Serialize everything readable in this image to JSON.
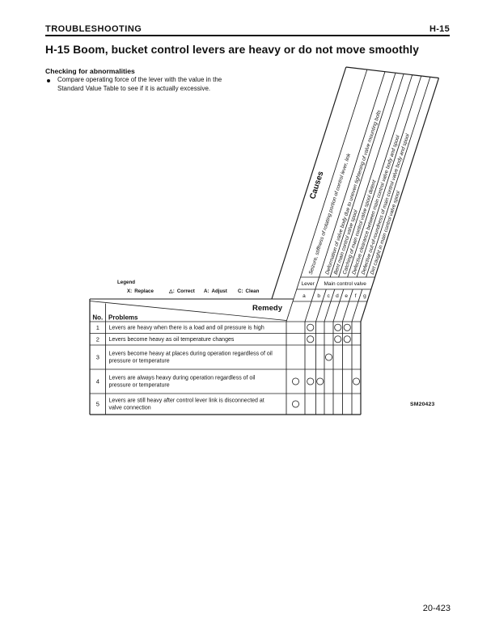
{
  "page": {
    "header": {
      "left": "TROUBLESHOOTING",
      "right": "H-15"
    },
    "title": "H-15 Boom, bucket control levers are heavy or do not move smoothly",
    "checking": {
      "heading": "Checking for abnormalities",
      "bullet_lines": [
        "Compare operating force of the lever with the value in the",
        "Standard Value Table to see if it is actually excessive."
      ]
    },
    "figure_number": "SM20423",
    "footer": {
      "page_number": "20-423"
    }
  },
  "legend": {
    "label": "Legend",
    "items": [
      {
        "symbol": "X:",
        "meaning": "Replace"
      },
      {
        "symbol": "△:",
        "meaning": "Correct"
      },
      {
        "symbol": "A:",
        "meaning": "Adjust"
      },
      {
        "symbol": "C:",
        "meaning": "Clean"
      }
    ]
  },
  "matrix": {
    "causes_label": "Causes",
    "remedy_label": "Remedy",
    "no_label": "No.",
    "problems_label": "Problems",
    "groups": [
      {
        "label": "Lever",
        "columns": [
          "a"
        ]
      },
      {
        "label": "Main control valve",
        "columns": [
          "b",
          "c",
          "d",
          "e",
          "f",
          "g"
        ]
      }
    ],
    "columns": [
      {
        "id": "a",
        "cause": "Seizure, stiffness of rotating portion of control lever, link"
      },
      {
        "id": "b",
        "cause": "Deformation of valve body due to uneven tightening of valve mounting bolts"
      },
      {
        "id": "c",
        "cause": "Bent main control valve spool"
      },
      {
        "id": "d",
        "cause": "Catching of main control valve spool detent"
      },
      {
        "id": "e",
        "cause": "Defective clearance between main control valve body and spool"
      },
      {
        "id": "f",
        "cause": "Defective out-of-roundness of main control valve body and spool"
      },
      {
        "id": "g",
        "cause": "Dirt caught in main control valve spool"
      }
    ],
    "mark_glyph": "○",
    "rows": [
      {
        "no": "1",
        "problem_lines": [
          "Levers are heavy when there is a load and oil pressure is high"
        ],
        "marks": [
          "b",
          "e",
          "f"
        ]
      },
      {
        "no": "2",
        "problem_lines": [
          "Levers become heavy as oil temperature changes"
        ],
        "marks": [
          "b",
          "e",
          "f"
        ]
      },
      {
        "no": "3",
        "problem_lines": [
          "Levers become heavy at places during operation regardless of oil",
          "pressure or temperature"
        ],
        "marks": [
          "d"
        ]
      },
      {
        "no": "4",
        "problem_lines": [
          "Levers are always heavy during operation regardless of oil",
          "pressure or temperature"
        ],
        "marks": [
          "a",
          "b",
          "c",
          "g"
        ]
      },
      {
        "no": "5",
        "problem_lines": [
          "Levers are still heavy after control lever link is disconnected at",
          "valve connection"
        ],
        "marks": [
          "a"
        ]
      }
    ]
  }
}
